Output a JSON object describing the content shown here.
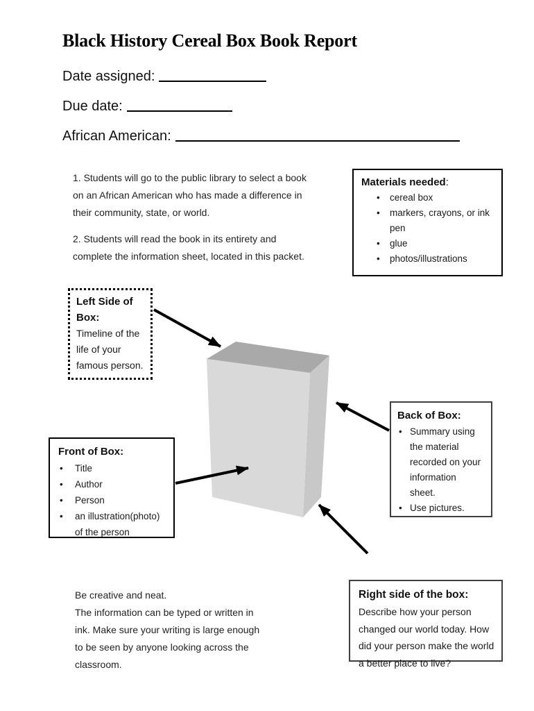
{
  "document": {
    "title": "Black History Cereal Box Book Report",
    "bullet": "•",
    "fields": {
      "date_assigned": "Date assigned:",
      "due_date": "Due date:",
      "african_american": "African American:"
    },
    "instructions": {
      "step1": "1.  Students will go to the public library to select a book\non an African American who has made a difference in\ntheir community, state, or world.",
      "step2": "2. Students will read the book in its entirety and\ncomplete the information sheet, located in this packet."
    },
    "materials_box": {
      "heading": "Materials needed",
      "colon": ":",
      "items": [
        "cereal box",
        "markers, crayons, or ink\npen",
        "glue",
        "photos/illustrations"
      ]
    },
    "left_side_box": {
      "heading": "Left Side of\nBox:",
      "body": "Timeline of the\nlife of your\nfamous person."
    },
    "front_box": {
      "heading": "Front of Box:",
      "items": [
        "Title",
        "Author",
        "Person",
        "an illustration(photo)\nof the person"
      ]
    },
    "back_box": {
      "heading": "Back of Box:",
      "items": [
        "Summary using\nthe material\nrecorded on your\ninformation\nsheet.",
        "Use pictures."
      ]
    },
    "right_side_box": {
      "heading": "Right side of the box:",
      "body": "Describe how your person\nchanged our world today. How\ndid your person make the world\na better place to live?"
    },
    "notes": {
      "line1": "Be creative and neat.",
      "line2": "The information can be typed or written in\nink. Make sure your writing is large enough\nto be seen by anyone looking across the\nclassroom."
    },
    "cereal_box": {
      "top_color": "#a9a9a9",
      "side_color": "#c8c8c8",
      "front_color": "#d9d9d9",
      "arrow_color": "#000000"
    }
  }
}
